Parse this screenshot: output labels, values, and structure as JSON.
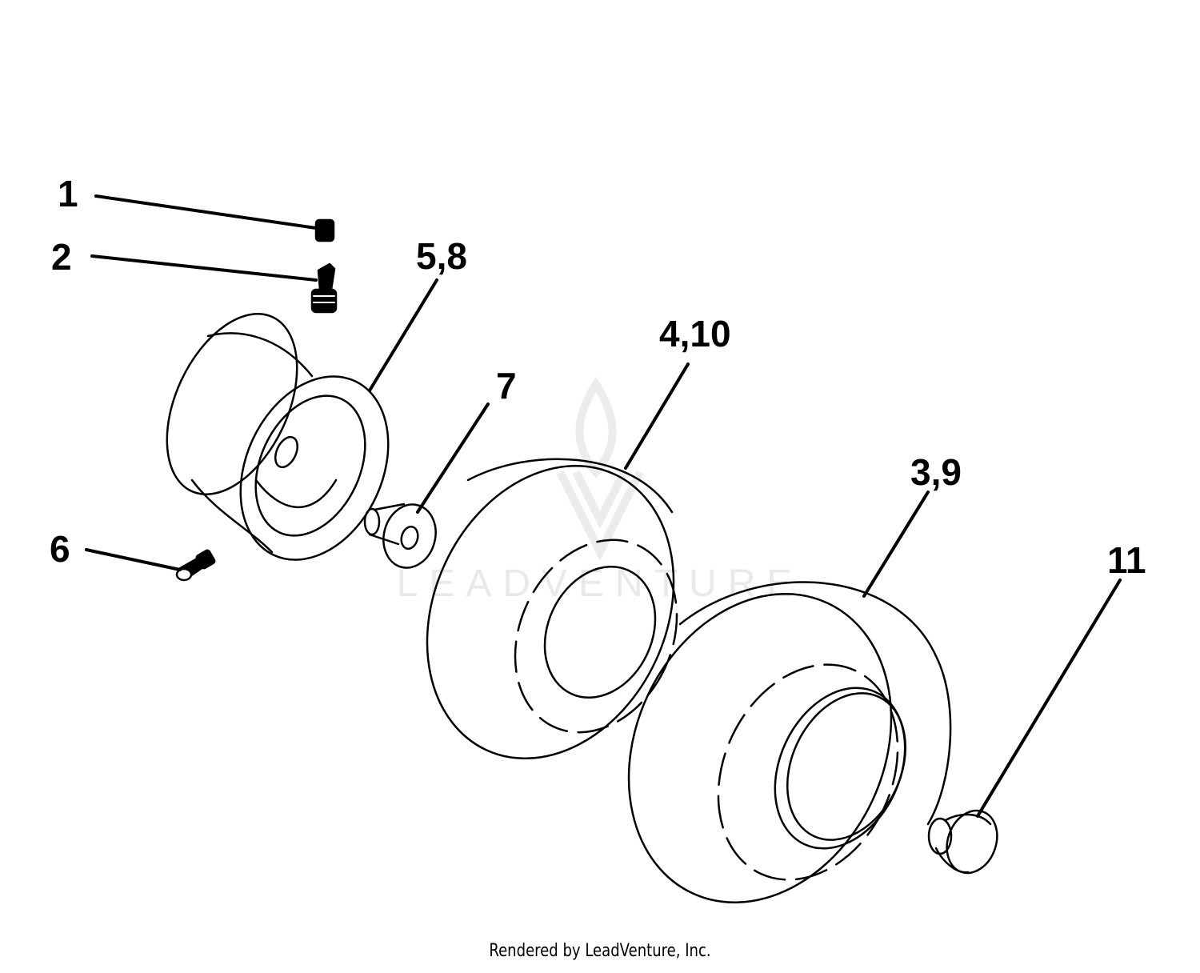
{
  "diagram": {
    "callouts": {
      "c1": "1",
      "c2": "2",
      "c58": "5,8",
      "c6": "6",
      "c7": "7",
      "c410": "4,10",
      "c39": "3,9",
      "c11": "11"
    },
    "watermark": "LEADVENTURE",
    "footer": "Rendered by LeadVenture, Inc."
  },
  "colors": {
    "ink": "#000000",
    "watermark": "#e9e9e9",
    "background": "#ffffff"
  }
}
